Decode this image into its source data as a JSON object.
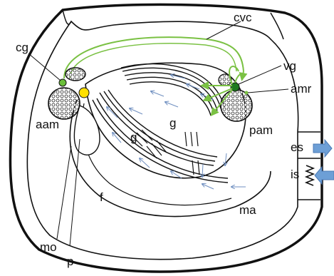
{
  "labels": {
    "cvc": "cvc",
    "cg": "cg",
    "vg": "vg",
    "amr": "amr",
    "aam": "aam",
    "pam": "pam",
    "g1": "g",
    "g2": "g",
    "f": "f",
    "es": "es",
    "is": "is",
    "ma": "ma",
    "mo": "mo",
    "p": "p"
  },
  "colors": {
    "outline": "#111111",
    "nerve": "#7ac143",
    "ganglion": "#6bbf3a",
    "vg_ganglion": "#1f7a1f",
    "palp": "#ffe000",
    "flow_arrow": "#6f8fc0",
    "siphon_arrow": "#6d9fd6"
  },
  "icons": {
    "siphon_flow": "arrow-right-icon",
    "gill_cilia": "chevron-arrow-icon"
  }
}
